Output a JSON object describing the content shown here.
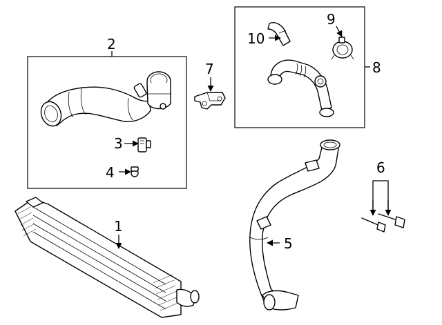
{
  "callouts": {
    "c1": "1",
    "c2": "2",
    "c3": "3",
    "c4": "4",
    "c5": "5",
    "c6": "6",
    "c7": "7",
    "c8": "8",
    "c9": "9",
    "c10": "10"
  },
  "parts": [
    {
      "callout": "1",
      "icon": "intercooler"
    },
    {
      "callout": "2",
      "icon": "outlet-hose-assembly"
    },
    {
      "callout": "3",
      "icon": "sensor"
    },
    {
      "callout": "4",
      "icon": "screw"
    },
    {
      "callout": "5",
      "icon": "inlet-pipe"
    },
    {
      "callout": "6",
      "icon": "bolts"
    },
    {
      "callout": "7",
      "icon": "bracket"
    },
    {
      "callout": "8",
      "icon": "hose-assembly"
    },
    {
      "callout": "9",
      "icon": "valve"
    },
    {
      "callout": "10",
      "icon": "clamp-hose"
    }
  ]
}
